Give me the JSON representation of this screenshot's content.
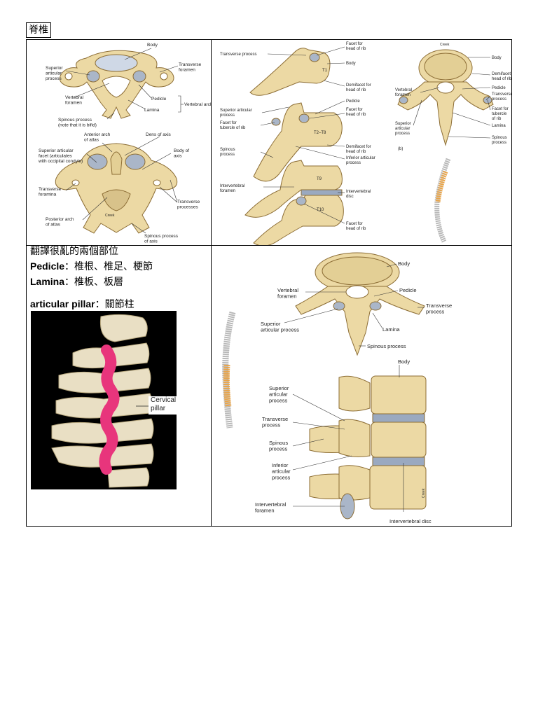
{
  "page": {
    "title": "脊椎"
  },
  "panel_cervical": {
    "labels": {
      "body": "Body",
      "transverse_foramen": "Transverse\nforamen",
      "superior_articular_process": "Superior\narticular\nprocess",
      "vertebral_foramen": "Vertebral\nforamen",
      "pedicle": "Pedicle",
      "lamina": "Lamina",
      "vertebral_arch": "Vertebral arch",
      "spinous_process_bifid": "Spinous process\n(note that it is bifid)",
      "anterior_arch_atlas": "Anterior arch\nof atlas",
      "dens_of_axis": "Dens of axis",
      "superior_articular_facet": "Superior articular\nfacet (articulates\nwith occipital condyle)",
      "body_of_axis": "Body of\naxis",
      "transverse_foramina": "Transverse\nforamina",
      "transverse_processes": "Transverse\nprocesses",
      "posterior_arch_atlas": "Posterior arch\nof atlas",
      "spinous_process_axis": "Spinous process\nof axis"
    }
  },
  "panel_thoracic": {
    "labels": {
      "transverse_process": "Transverse process",
      "facet_head_rib_1": "Facet for\nhead of rib",
      "body": "Body",
      "t1": "T1",
      "demifacet_1": "Demifacet for\nhead of rib",
      "superior_articular_process": "Superior articular\nprocess",
      "pedicle": "Pedicle",
      "facet_tubercle_rib": "Facet for\ntubercle of rib",
      "facet_head_rib_2": "Facet for\nhead of rib",
      "t2_t8": "T2–T8",
      "spinous_process": "Spinous\nprocess",
      "demifacet_2": "Demifacet for\nhead of rib",
      "inferior_articular_process": "Inferior articular\nprocess",
      "t9": "T9",
      "intervertebral_foramen": "Intervertebral\nforamen",
      "intervertebral_disc": "Intervertebral\ndisc",
      "t10": "T10",
      "facet_head_rib_3": "Facet for\nhead of rib"
    }
  },
  "panel_thoracic_top": {
    "labels": {
      "credit": "Creek",
      "body": "Body",
      "demifacet": "Demifacet\nhead of rib",
      "vertebral_foramen": "Vertebral\nforamen",
      "pedicle": "Pedicle",
      "transverse_process": "Transverse\nprocess",
      "facet_tubercle": "Facet for\ntubercle\nof rib",
      "superior_articular_process": "Superior\narticular\nprocess",
      "lamina": "Lamina",
      "spinous_process": "Spinous\nprocess",
      "panel_tag": "(b)"
    }
  },
  "notes": {
    "heading": "翻譯很亂的兩個部位",
    "pedicle_term": "Pedicle",
    "pedicle_translation": "：椎根、椎足、梗節",
    "lamina_term": "Lamina",
    "lamina_translation": "：椎板、板層",
    "pillar_term": "articular pillar",
    "pillar_translation": "：關節柱"
  },
  "photo": {
    "label": "Cervical\npillar",
    "colors": {
      "background": "#000000",
      "bone": "#e9dfc4",
      "pillar": "#e8357c"
    }
  },
  "panel_lumbar": {
    "labels": {
      "body_top": "Body",
      "vertebral_foramen": "Vertebral\nforamen",
      "pedicle": "Pedicle",
      "transverse_process": "Transverse\nprocess",
      "superior_articular_process": "Superior\narticular process",
      "lamina": "Lamina",
      "spinous_process": "Spinous process",
      "body_side": "Body",
      "superior_articular_process_side": "Superior\narticular\nprocess",
      "transverse_process_side": "Transverse\nprocess",
      "spinous_process_side": "Spinous\nprocess",
      "inferior_articular_process": "Inferior\narticular\nprocess",
      "intervertebral_foramen": "Intervertebral\nforamen",
      "intervertebral_disc": "Intervertebral disc",
      "credit": "Creek"
    }
  },
  "colors": {
    "bone": "#ecd9a4",
    "bone_shadow": "#c9ad6a",
    "bone_outline": "#8c6d35",
    "cartilage": "#aab6c8",
    "disc": "#9aa9c0",
    "highlight": "#e9a54a"
  }
}
